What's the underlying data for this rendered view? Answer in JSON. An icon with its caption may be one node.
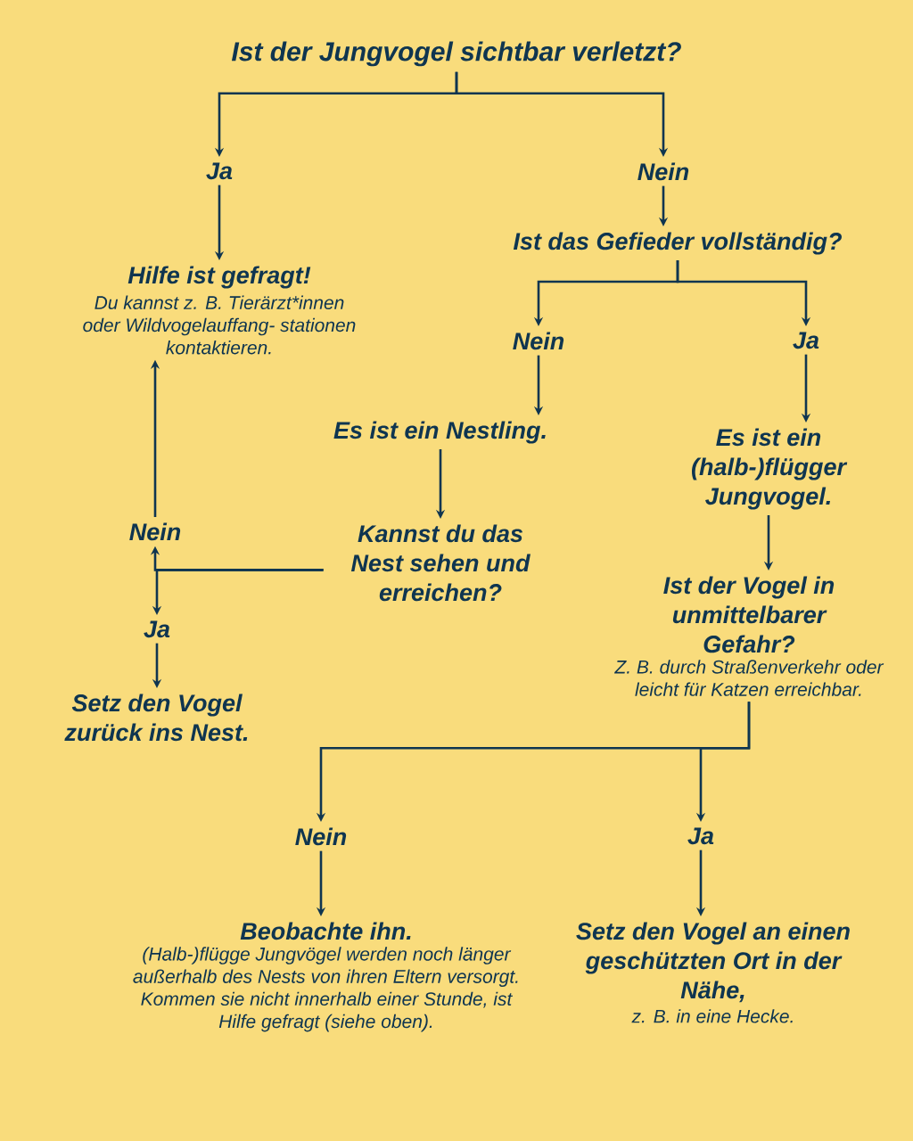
{
  "diagram": {
    "nodes": [
      {
        "text": [
          "Ist der Jungvogel sichtbar verletzt?"
        ]
      },
      {
        "text": [
          "Ja"
        ]
      },
      {
        "text": [
          "Nein"
        ]
      },
      {
        "text": [
          "Hilfe ist gefragt!",
          "Du kannst z. B. Tierärzt*innen oder Wildvogelauffang- stationen kontaktieren."
        ]
      },
      {
        "text": [
          "Ist das Gefieder vollständig?"
        ]
      },
      {
        "text": [
          "Nein"
        ]
      },
      {
        "text": [
          "Ja"
        ]
      },
      {
        "text": [
          "Es ist ein Nestling."
        ]
      },
      {
        "text": [
          "Es ist ein (halb-)flügger Jungvogel."
        ]
      },
      {
        "text": [
          "Nein"
        ]
      },
      {
        "text": [
          "Kannst du das Nest sehen und erreichen?"
        ]
      },
      {
        "text": [
          "Ja"
        ]
      },
      {
        "text": [
          "Setz den Vogel zurück ins Nest."
        ]
      },
      {
        "text": [
          "Ist der Vogel in unmittelbarer Gefahr?",
          "Z. B. durch Straßenverkehr oder leicht für Katzen erreichbar."
        ]
      },
      {
        "text": [
          "Nein"
        ]
      },
      {
        "text": [
          "Ja"
        ]
      },
      {
        "text": [
          "Beobachte ihn.",
          "(Halb-)flügge Jungvögel werden noch länger außerhalb des Nests von ihren Eltern versorgt. Kommen sie nicht innerhalb einer Stunde, ist Hilfe gefragt (siehe oben)."
        ]
      },
      {
        "text": [
          "Setz den Vogel an einen geschützten Ort in der Nähe,",
          "z. B. in eine Hecke."
        ]
      }
    ],
    "edges": [
      {
        "from": 0,
        "to": 1,
        "arrow": "to"
      },
      {
        "from": 0,
        "to": 2,
        "arrow": "to"
      },
      {
        "from": 1,
        "to": 3,
        "arrow": "to"
      },
      {
        "from": 2,
        "to": 4,
        "arrow": "to"
      },
      {
        "from": 4,
        "to": 5,
        "arrow": "to"
      },
      {
        "from": 4,
        "to": 6,
        "arrow": "to"
      },
      {
        "from": 5,
        "to": 7,
        "arrow": "to"
      },
      {
        "from": 6,
        "to": 8,
        "arrow": "to"
      },
      {
        "from": 7,
        "to": 10,
        "arrow": "to"
      },
      {
        "from": 8,
        "to": 13,
        "arrow": "to"
      },
      {
        "from": 10,
        "to": 9,
        "arrow": "to"
      },
      {
        "from": 10,
        "to": 11,
        "arrow": "to"
      },
      {
        "from": 9,
        "to": 3,
        "arrow": "to"
      },
      {
        "from": 11,
        "to": 12,
        "arrow": "to"
      },
      {
        "from": 13,
        "to": 14,
        "arrow": "to"
      },
      {
        "from": 13,
        "to": 15,
        "arrow": "to"
      },
      {
        "from": 14,
        "to": 16,
        "arrow": "to"
      },
      {
        "from": 15,
        "to": 17,
        "arrow": "to"
      }
    ]
  }
}
